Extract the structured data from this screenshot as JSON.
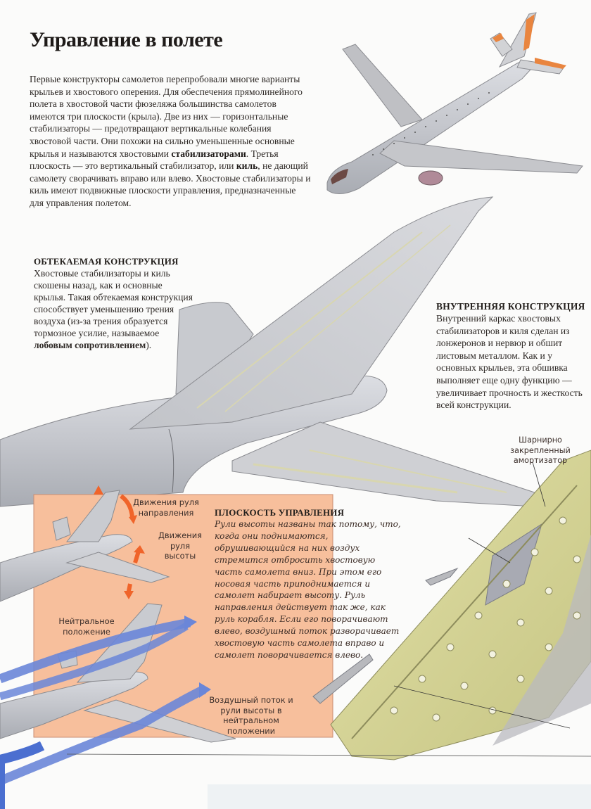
{
  "page": {
    "title": "Управление в полете",
    "intro": {
      "part1": "Первые конструкторы самолетов перепробовали многие варианты крыльев и хвостового оперения. Для обеспечения прямолинейного полета в хвостовой части фюзеляжа большинства самолетов имеются три плоскости (крыла). Две из них — горизонтальные стабилизаторы — предотвращают вертикальные колебания хвостовой части. Они похожи на сильно уменьшенные основные крылья и называются хвостовыми ",
      "bold1": "стабилизаторами",
      "part2": ". Третья плоскость — это вертикальный стабилизатор, или ",
      "bold2": "киль",
      "part3": ", не дающий самолету сворачивать вправо или влево. Хвостовые стабилизаторы и киль имеют подвижные плоскости управления, предназначенные для управления полетом."
    }
  },
  "sections": {
    "streamlined": {
      "heading": "ОБТЕКАЕМАЯ КОНСТРУКЦИЯ",
      "body": "Хвостовые стабилизаторы и киль скошены назад, как и основные крылья. Такая обтекаемая конструкция способствует уменьшению трения воздуха (из-за трения образуется тормозное усилие, называемое ",
      "bold": "лобовым сопротивлением",
      "tail": ")."
    },
    "internal": {
      "heading": "ВНУТРЕННЯЯ КОНСТРУКЦИЯ",
      "body": "Внутренний каркас хвостовых стабилизаторов и киля сделан из лонжеронов и нервюр и обшит листовым металлом. Как и у основных крыльев, эта обшивка выполняет еще одну функцию — увеличивает прочность и жесткость всей конструкции."
    },
    "control_surface": {
      "heading": "ПЛОСКОСТЬ УПРАВЛЕНИЯ",
      "body": "Рули высоты названы так потому, что, когда они поднимаются, обрушивающийся на них воздух стремится отбросить хвостовую часть самолета вниз. При этом его носовая часть приподнимается и самолет набирает высоту. Руль направления действует так же, как руль корабля. Если его поворачивают влево, воздушный поток разворачивает хвостовую часть самолета вправо и самолет поворачивается влево."
    }
  },
  "labels": {
    "rudder_movement": "Движения руля направления",
    "elevator_movement": "Движения руля высоты",
    "neutral_position": "Нейтральное положение",
    "airflow_neutral": "Воздушный поток и рули высоты в нейтральном положении",
    "hinged_damper": "Шарнирно закрепленный амортизатор"
  },
  "colors": {
    "panel_bg": "#f7bf9c",
    "arrow_orange": "#f0642a",
    "airflow_blue": "#6a86d8",
    "fuselage_gray": "#c9cbd0",
    "frame_green": "#d6d49a",
    "tail_accent": "#e9853f"
  }
}
